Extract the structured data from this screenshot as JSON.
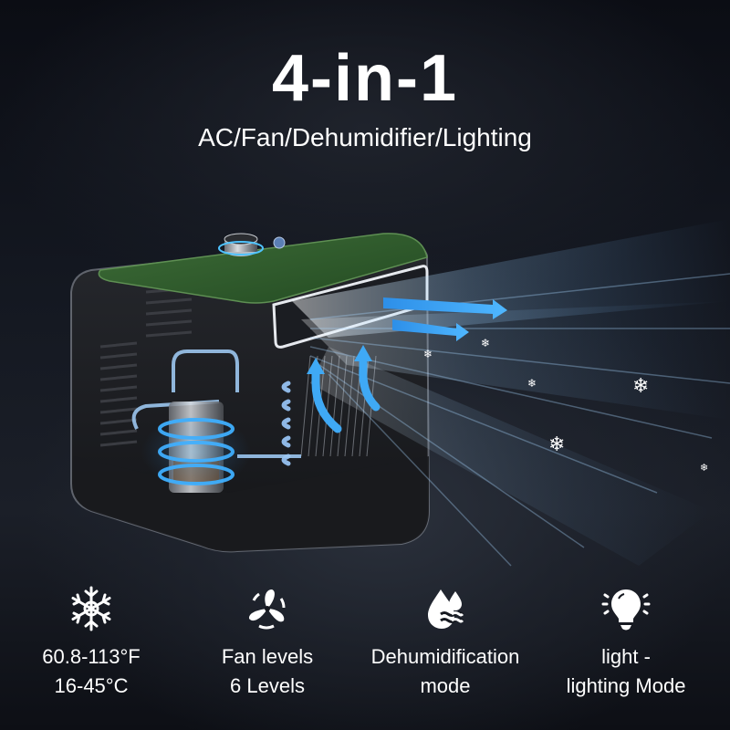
{
  "header": {
    "title": "4-in-1",
    "subtitle": "AC/Fan/Dehumidifier/Lighting"
  },
  "product": {
    "description": "Cutaway render of portable air conditioner with green top panel, compressor, copper coils, heat exchanger fins and blue airflow arrows blowing cold air with snowflakes",
    "accent_color": "#3fa9f5",
    "top_panel_color": "#2f5a2c",
    "body_color": "#1c1d20"
  },
  "features": [
    {
      "icon": "snowflake-icon",
      "line1": "60.8-113°F",
      "line2": "16-45°C"
    },
    {
      "icon": "fan-icon",
      "line1": "Fan levels",
      "line2": "6 Levels"
    },
    {
      "icon": "water-drop-icon",
      "line1": "Dehumidification",
      "line2": "mode"
    },
    {
      "icon": "light-bulb-icon",
      "line1": "light -",
      "line2": "lighting Mode"
    }
  ],
  "colors": {
    "background": "#12151c",
    "text": "#ffffff",
    "airflow": "#3fa9f5"
  }
}
